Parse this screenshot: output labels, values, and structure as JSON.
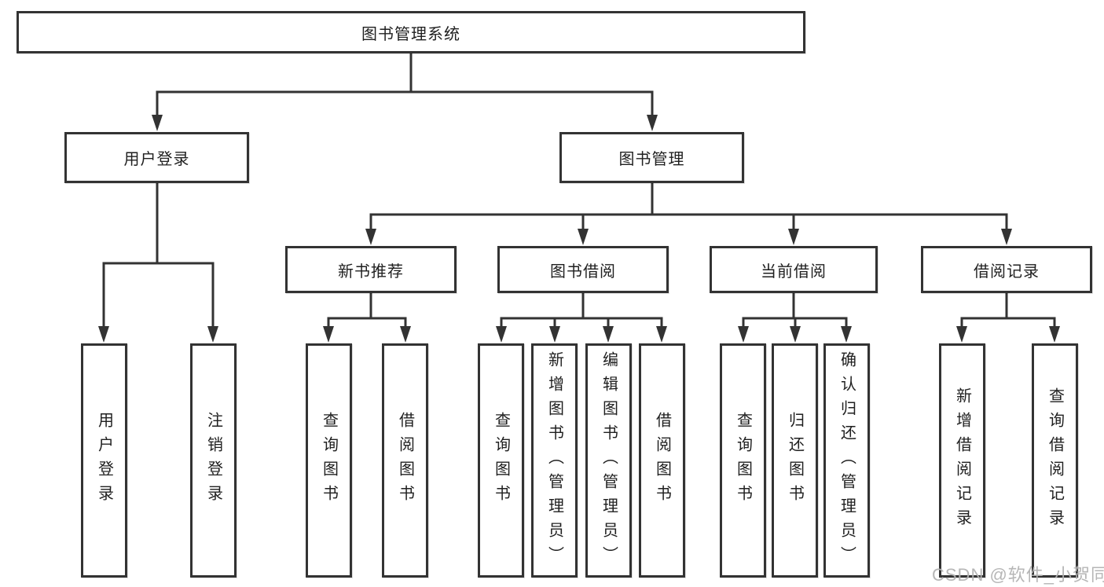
{
  "tree": {
    "root_label": "图书管理系统",
    "branches": [
      {
        "label": "用户登录",
        "children": [
          {
            "label": "用户登录"
          },
          {
            "label": "注销登录"
          }
        ]
      },
      {
        "label": "图书管理",
        "groups": [
          {
            "label": "新书推荐",
            "children": [
              {
                "label": "查询图书"
              },
              {
                "label": "借阅图书"
              }
            ]
          },
          {
            "label": "图书借阅",
            "children": [
              {
                "label": "查询图书"
              },
              {
                "label": "新增图书（管理员）"
              },
              {
                "label": "编辑图书（管理员）"
              },
              {
                "label": "借阅图书"
              }
            ]
          },
          {
            "label": "当前借阅",
            "children": [
              {
                "label": "查询图书"
              },
              {
                "label": "归还图书"
              },
              {
                "label": "确认归还（管理员）"
              }
            ]
          },
          {
            "label": "借阅记录",
            "children": [
              {
                "label": "新增借阅记录"
              },
              {
                "label": "查询借阅记录"
              }
            ]
          }
        ]
      }
    ]
  },
  "watermark": {
    "text": "CSDN @软件_小贺同学"
  },
  "colors": {
    "line": "#333333",
    "box_border": "#333333",
    "box_fill": "#ffffff",
    "text": "#1f1f1f",
    "watermark": "#b2b2b2"
  }
}
